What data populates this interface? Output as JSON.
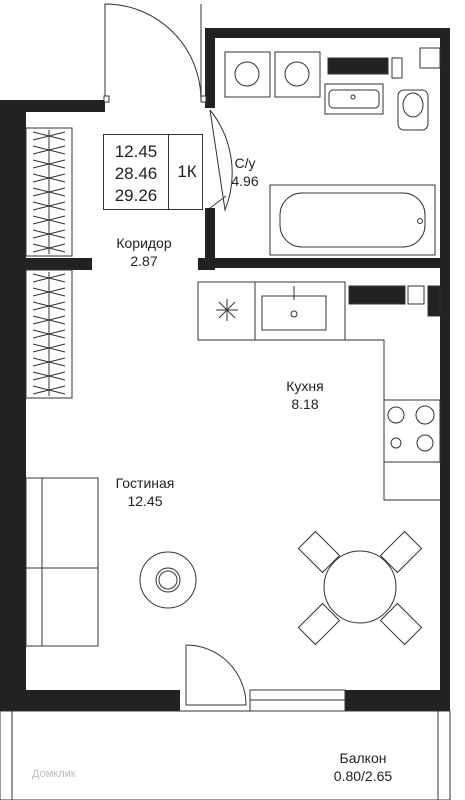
{
  "summary": {
    "living_area": "12.45",
    "total_area": "28.46",
    "total_with_balcony": "29.26",
    "apartment_type": "1К"
  },
  "rooms": {
    "bathroom": {
      "name": "С/у",
      "area": "4.96"
    },
    "corridor": {
      "name": "Коридор",
      "area": "2.87"
    },
    "kitchen": {
      "name": "Кухня",
      "area": "8.18"
    },
    "living": {
      "name": "Гостиная",
      "area": "12.45"
    },
    "balcony": {
      "name": "Балкон",
      "area": "0.80/2.65"
    }
  },
  "watermark": "Домклик",
  "colors": {
    "wall": "#222222",
    "line": "#333333",
    "background": "#ffffff"
  }
}
